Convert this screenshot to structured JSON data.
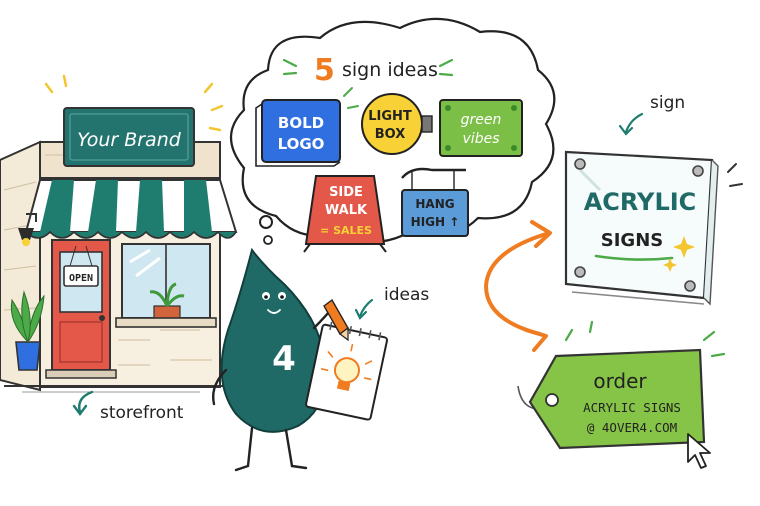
{
  "storefront": {
    "brand_sign": "Your Brand",
    "door_sign": "OPEN",
    "label": "storefront"
  },
  "thought_bubble": {
    "number": "5",
    "heading": "sign ideas",
    "ideas": {
      "bold_logo": [
        "BOLD",
        "LOGO"
      ],
      "light_box": [
        "LIGHT",
        "BOX"
      ],
      "green_vibes": [
        "green",
        "vibes"
      ],
      "sidewalk": [
        "SIDE",
        "WALK",
        "= SALES"
      ],
      "hang_high": [
        "HANG",
        "HIGH ↑"
      ]
    }
  },
  "mascot": {
    "number": "4",
    "label": "ideas"
  },
  "acrylic_sign": {
    "label": "sign",
    "line1": "ACRYLIC",
    "line2": "SIGNS"
  },
  "order_tag": {
    "line1": "order",
    "line2": "ACRYLIC SIGNS",
    "line3": "@ 4OVER4.COM"
  },
  "colors": {
    "teal": "#1f6a66",
    "teal_dark": "#124c49",
    "orange": "#f07c22",
    "green_tag": "#86c447",
    "door_red": "#e4584a",
    "yellow": "#f7d135",
    "blue": "#2f6fe0"
  }
}
